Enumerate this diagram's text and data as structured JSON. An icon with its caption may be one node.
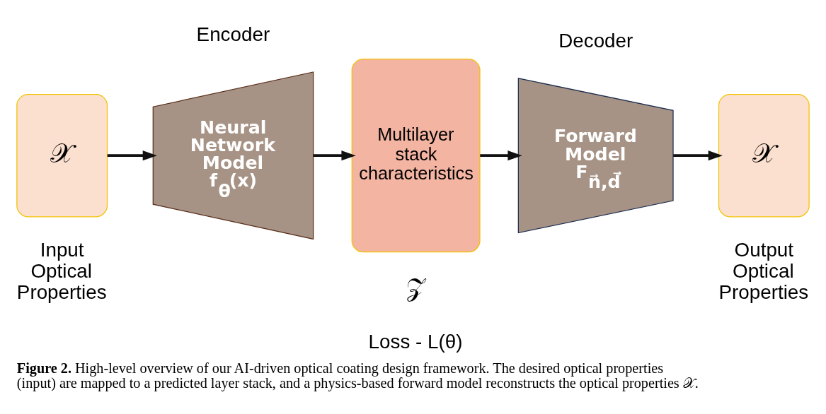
{
  "diagram": {
    "caption": "**Figure 2.** High-level overview of our AI-driven optical coating design framework. The desired optical properties (input) are mapped to a predicted layer stack, and a physics-based forward model reconstructs the optical properties 𝒳.",
    "nodes": [
      {
        "text": [
          "𝒳"
        ],
        "beside": [
          "Input Optical Properties"
        ]
      },
      {
        "text": [
          "Neural Network Model f$_{θ}$(x)"
        ]
      },
      {
        "text": [
          "Multilayer stack characteristics"
        ]
      },
      {
        "text": [
          "Forward Model F$_{n⃗,d⃗}$"
        ]
      },
      {
        "text": [
          "𝒳"
        ],
        "beside": [
          "Output Optical Properties"
        ]
      }
    ],
    "edges": [
      {
        "from": 0,
        "to": 1,
        "arrow": "to"
      },
      {
        "from": 1,
        "to": 2,
        "arrow": "to"
      },
      {
        "from": 2,
        "to": 3,
        "arrow": "to"
      },
      {
        "from": 3,
        "to": 4,
        "arrow": "to"
      }
    ],
    "labels": [
      "Encoder",
      "Decoder",
      "𝒵",
      "Loss - L(θ)"
    ]
  }
}
